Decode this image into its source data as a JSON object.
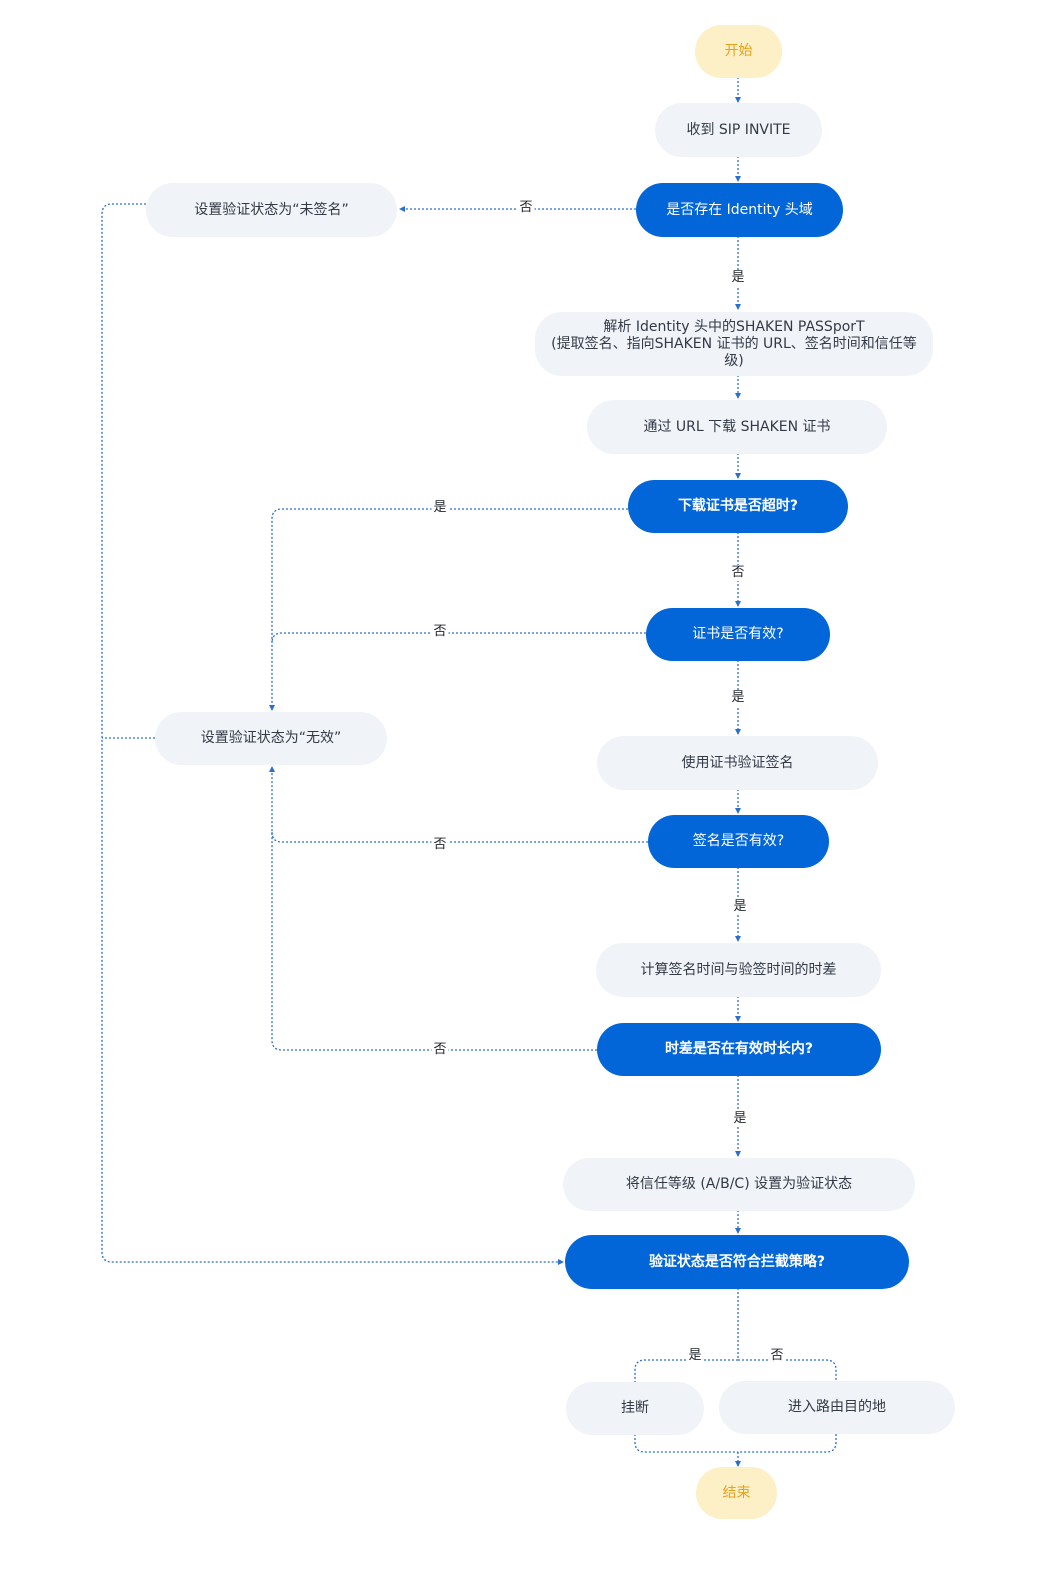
{
  "nodes": {
    "start": "开始",
    "receive_invite": "收到 SIP INVITE",
    "has_identity": "是否存在 Identity 头域",
    "set_unsigned": "设置验证状态为“未签名”",
    "parse_line1": "解析 Identity 头中的SHAKEN PASSporT",
    "parse_line2": "(提取签名、指向SHAKEN 证书的 URL、签名时间和信任等级)",
    "download_cert": "通过 URL 下载 SHAKEN 证书",
    "download_timeout": "下载证书是否超时?",
    "cert_valid": "证书是否有效?",
    "set_invalid": "设置验证状态为“无效”",
    "verify_signature": "使用证书验证签名",
    "signature_valid": "签名是否有效?",
    "compute_time_diff": "计算签名时间与验签时间的时差",
    "time_diff_valid": "时差是否在有效时长内?",
    "set_attestation": "将信任等级 (A/B/C) 设置为验证状态",
    "policy_check": "验证状态是否符合拦截策略?",
    "hang_up": "挂断",
    "route_to_destination": "进入路由目的地",
    "end": "结束"
  },
  "edge_labels": {
    "identity_no": "否",
    "identity_yes": "是",
    "timeout_yes": "是",
    "timeout_no": "否",
    "cert_no": "否",
    "cert_yes": "是",
    "signature_no": "否",
    "signature_yes": "是",
    "time_no": "否",
    "time_yes": "是",
    "policy_yes": "是",
    "policy_no": "否"
  },
  "colors": {
    "decision": "#0266d9",
    "process": "#f0f4f9",
    "terminal_fill": "#fdefc6",
    "terminal_text": "#e8a21c",
    "connector": "#2a6fd0"
  }
}
